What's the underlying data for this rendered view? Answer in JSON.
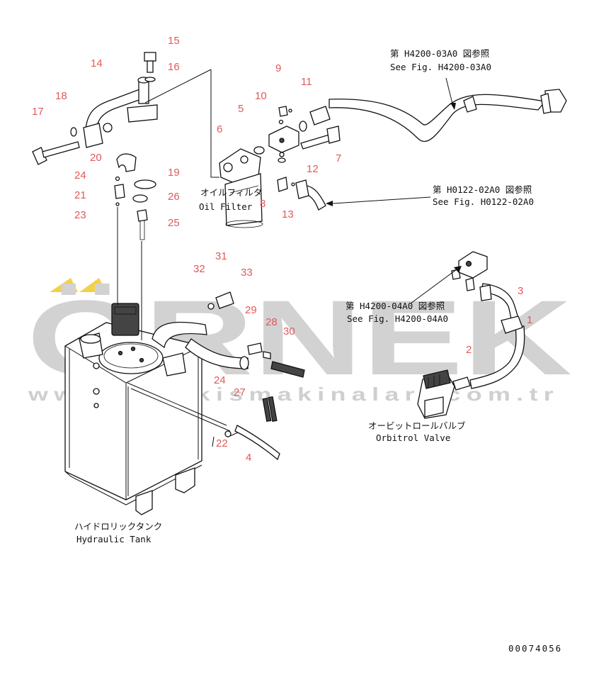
{
  "watermark": {
    "brand": "ÖRNEK",
    "site": "www.ornekismakinalari.com.tr",
    "accent_color": "#f2d14a",
    "gray_color": "#d2d2d2"
  },
  "colors": {
    "callout": "#e05a5a",
    "ink": "#111111"
  },
  "callouts": [
    {
      "id": "1",
      "label": "1"
    },
    {
      "id": "2",
      "label": "2"
    },
    {
      "id": "3",
      "label": "3"
    },
    {
      "id": "4",
      "label": "4"
    },
    {
      "id": "5",
      "label": "5"
    },
    {
      "id": "6",
      "label": "6"
    },
    {
      "id": "7",
      "label": "7"
    },
    {
      "id": "8",
      "label": "8"
    },
    {
      "id": "9",
      "label": "9"
    },
    {
      "id": "10",
      "label": "10"
    },
    {
      "id": "11",
      "label": "11"
    },
    {
      "id": "12",
      "label": "12"
    },
    {
      "id": "13",
      "label": "13"
    },
    {
      "id": "14",
      "label": "14"
    },
    {
      "id": "15",
      "label": "15"
    },
    {
      "id": "16",
      "label": "16"
    },
    {
      "id": "17",
      "label": "17"
    },
    {
      "id": "18",
      "label": "18"
    },
    {
      "id": "19",
      "label": "19"
    },
    {
      "id": "20",
      "label": "20"
    },
    {
      "id": "21",
      "label": "21"
    },
    {
      "id": "22",
      "label": "22"
    },
    {
      "id": "23",
      "label": "23"
    },
    {
      "id": "24a",
      "label": "24"
    },
    {
      "id": "24b",
      "label": "24"
    },
    {
      "id": "25",
      "label": "25"
    },
    {
      "id": "26",
      "label": "26"
    },
    {
      "id": "27",
      "label": "27"
    },
    {
      "id": "28",
      "label": "28"
    },
    {
      "id": "29",
      "label": "29"
    },
    {
      "id": "30",
      "label": "30"
    },
    {
      "id": "31",
      "label": "31"
    },
    {
      "id": "32",
      "label": "32"
    },
    {
      "id": "33",
      "label": "33"
    }
  ],
  "references": {
    "fig_h4200_03a0": {
      "jp": "第 H4200-03A0 図参照",
      "en": "See Fig. H4200-03A0"
    },
    "fig_h0122_02a0": {
      "jp": "第 H0122-02A0 図参照",
      "en": "See Fig. H0122-02A0"
    },
    "fig_h4200_04a0": {
      "jp": "第 H4200-04A0 図参照",
      "en": "See Fig. H4200-04A0"
    }
  },
  "components": {
    "oil_filter": {
      "jp": "オイルフィルタ",
      "en": "Oil Filter"
    },
    "orbitrol_valve": {
      "jp": "オービットロールバルブ",
      "en": "Orbitrol Valve"
    },
    "hydraulic_tank": {
      "jp": "ハイドロリックタンク",
      "en": "Hydraulic Tank"
    }
  },
  "drawing_number": "00074056"
}
